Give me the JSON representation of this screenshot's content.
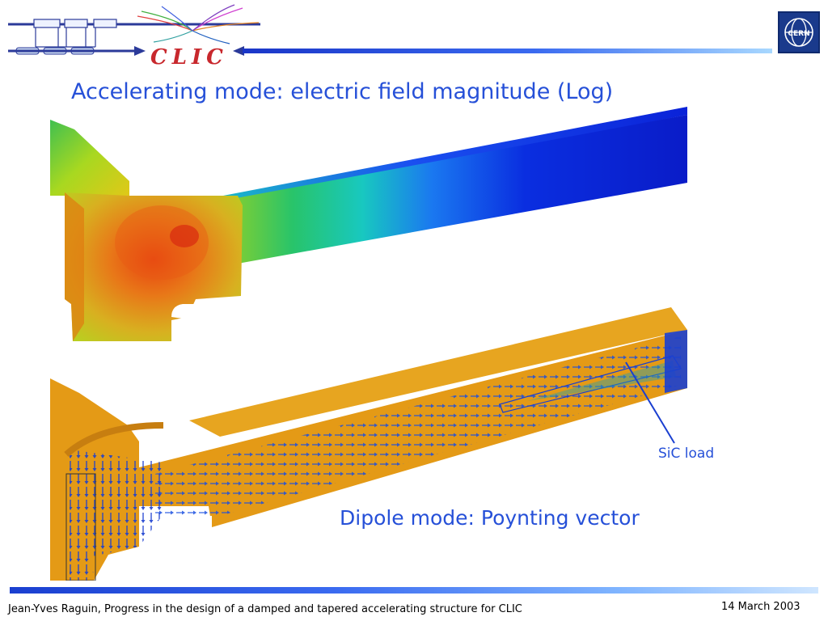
{
  "header": {
    "logo_text": "CLIC",
    "org_logo": "CERN"
  },
  "slide": {
    "title_top": "Accelerating mode: electric field magnitude (Log)",
    "title_bottom": "Dipole mode: Poynting vector",
    "callout_label": "SiC load"
  },
  "footer": {
    "author_note": "Jean-Yves  Raguin, Progress in the design of a damped and tapered accelerating structure for CLIC",
    "date": "14 March 2003"
  },
  "colors": {
    "title_blue": "#2650d8",
    "logo_red": "#c8282d",
    "structure_orange": "#e8a020",
    "arrow_blue": "#1a4fe0"
  },
  "icons": [
    "accelerator-schematic-icon",
    "cern-logo-icon"
  ]
}
